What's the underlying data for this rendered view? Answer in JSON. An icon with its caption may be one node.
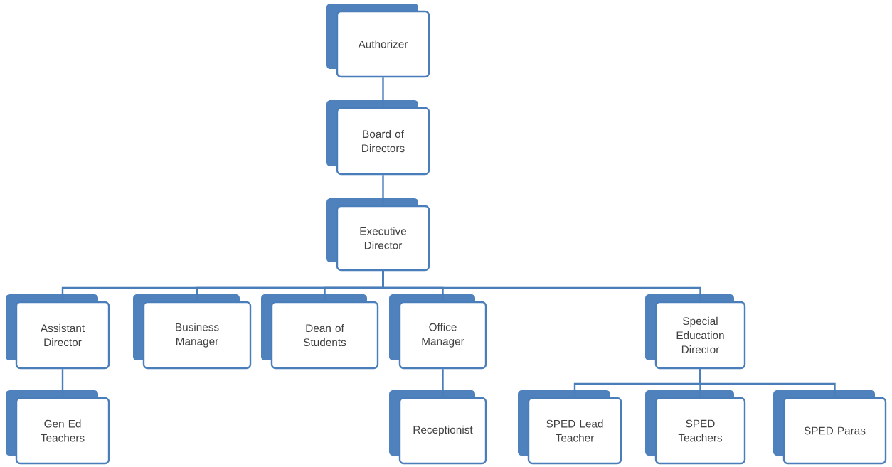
{
  "diagram": {
    "nodes": [
      {
        "text": [
          "Authorizer"
        ]
      },
      {
        "text": [
          "Board of Directors"
        ]
      },
      {
        "text": [
          "Executive Director"
        ]
      },
      {
        "text": [
          "Assistant Director"
        ]
      },
      {
        "text": [
          "Business Manager"
        ]
      },
      {
        "text": [
          "Dean of Students"
        ]
      },
      {
        "text": [
          "Office Manager"
        ]
      },
      {
        "text": [
          "Special Education Director"
        ]
      },
      {
        "text": [
          "Gen Ed Teachers"
        ]
      },
      {
        "text": [
          "Receptionist"
        ]
      },
      {
        "text": [
          "SPED Lead Teacher"
        ]
      },
      {
        "text": [
          "SPED Teachers"
        ]
      },
      {
        "text": [
          "SPED Paras"
        ]
      }
    ],
    "edges": [
      {
        "from": 0,
        "to": 1,
        "arrow": "none"
      },
      {
        "from": 1,
        "to": 2,
        "arrow": "none"
      },
      {
        "from": 2,
        "to": 3,
        "arrow": "none"
      },
      {
        "from": 2,
        "to": 4,
        "arrow": "none"
      },
      {
        "from": 2,
        "to": 5,
        "arrow": "none"
      },
      {
        "from": 2,
        "to": 6,
        "arrow": "none"
      },
      {
        "from": 2,
        "to": 7,
        "arrow": "none"
      },
      {
        "from": 3,
        "to": 8,
        "arrow": "none"
      },
      {
        "from": 6,
        "to": 9,
        "arrow": "none"
      },
      {
        "from": 7,
        "to": 10,
        "arrow": "none"
      },
      {
        "from": 7,
        "to": 11,
        "arrow": "none"
      },
      {
        "from": 7,
        "to": 12,
        "arrow": "none"
      }
    ]
  }
}
